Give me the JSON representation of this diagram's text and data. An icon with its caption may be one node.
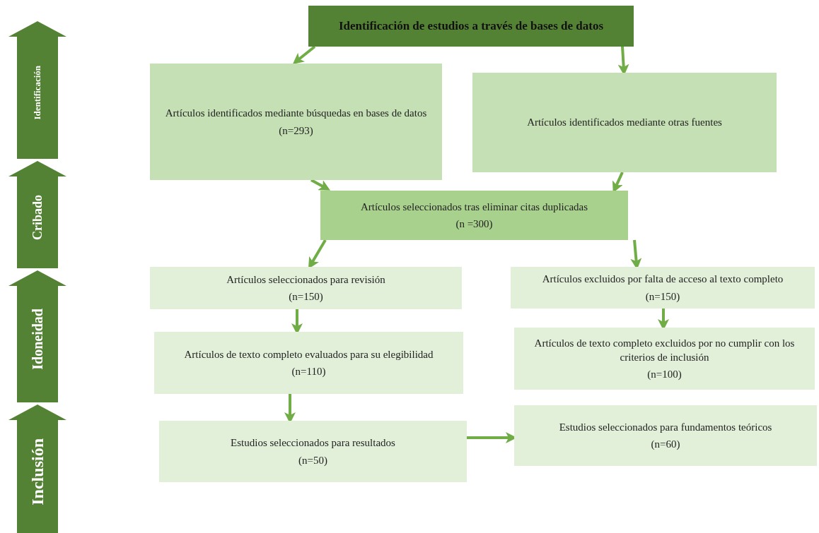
{
  "diagram": {
    "nodes": [
      {
        "text": [
          "Identificación de estudios a través de bases de datos"
        ]
      },
      {
        "text": [
          "Artículos identificados mediante búsquedas en bases de datos",
          "(n=293)"
        ]
      },
      {
        "text": [
          "Artículos identificados mediante otras fuentes"
        ]
      },
      {
        "text": [
          "Artículos seleccionados tras eliminar citas duplicadas",
          "(n =300)"
        ]
      },
      {
        "text": [
          "Artículos seleccionados para revisión",
          "(n=150)"
        ]
      },
      {
        "text": [
          "Artículos excluidos por falta de acceso al texto completo",
          "(n=150)"
        ]
      },
      {
        "text": [
          "Artículos de texto completo evaluados para su elegibilidad",
          "(n=110)"
        ]
      },
      {
        "text": [
          "Artículos de texto completo excluidos por no cumplir con los criterios de inclusión",
          "(n=100)"
        ]
      },
      {
        "text": [
          "Estudios seleccionados para resultados",
          "(n=50)"
        ]
      },
      {
        "text": [
          "Estudios seleccionados para fundamentos teóricos",
          "(n=60)"
        ]
      },
      {
        "text": [
          "Identificación"
        ]
      },
      {
        "text": [
          "Cribado"
        ]
      },
      {
        "text": [
          "Idoneidad"
        ]
      },
      {
        "text": [
          "Inclusión"
        ]
      }
    ],
    "edges": [
      {
        "from": 0,
        "to": 1,
        "arrow": "to"
      },
      {
        "from": 0,
        "to": 2,
        "arrow": "to"
      },
      {
        "from": 1,
        "to": 3,
        "arrow": "to"
      },
      {
        "from": 2,
        "to": 3,
        "arrow": "to"
      },
      {
        "from": 3,
        "to": 4,
        "arrow": "to"
      },
      {
        "from": 3,
        "to": 5,
        "arrow": "to"
      },
      {
        "from": 4,
        "to": 6,
        "arrow": "to"
      },
      {
        "from": 5,
        "to": 7,
        "arrow": "to"
      },
      {
        "from": 6,
        "to": 8,
        "arrow": "to"
      },
      {
        "from": 8,
        "to": 9,
        "arrow": "to"
      }
    ]
  }
}
